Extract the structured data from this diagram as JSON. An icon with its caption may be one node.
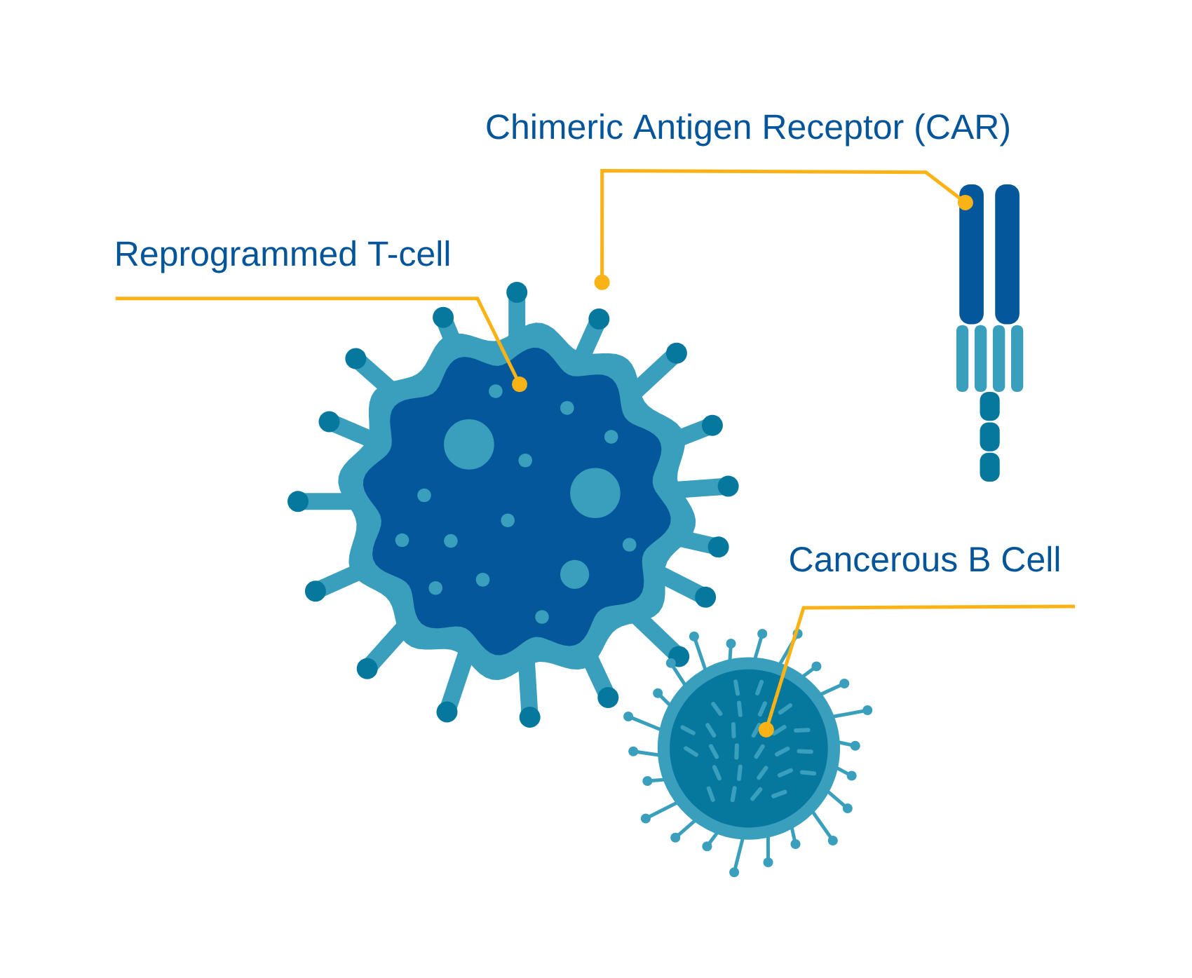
{
  "diagram": {
    "nodes": [
      {
        "text": [
          "Reprogrammed T-cell"
        ]
      },
      {
        "text": [
          "Cancerous B Cell"
        ]
      },
      {
        "text": [],
        "shape": "picture"
      },
      {
        "text": [],
        "shape": "picture"
      },
      {
        "text": [],
        "shape": "picture"
      }
    ],
    "edges": [
      {
        "from": 2,
        "to": 4,
        "arrow": "other",
        "label": "Chimeric Antigen Receptor (CAR)"
      },
      {
        "from": 0,
        "to": 2,
        "arrow": "other"
      },
      {
        "from": 1,
        "to": 3,
        "arrow": "other"
      }
    ]
  }
}
